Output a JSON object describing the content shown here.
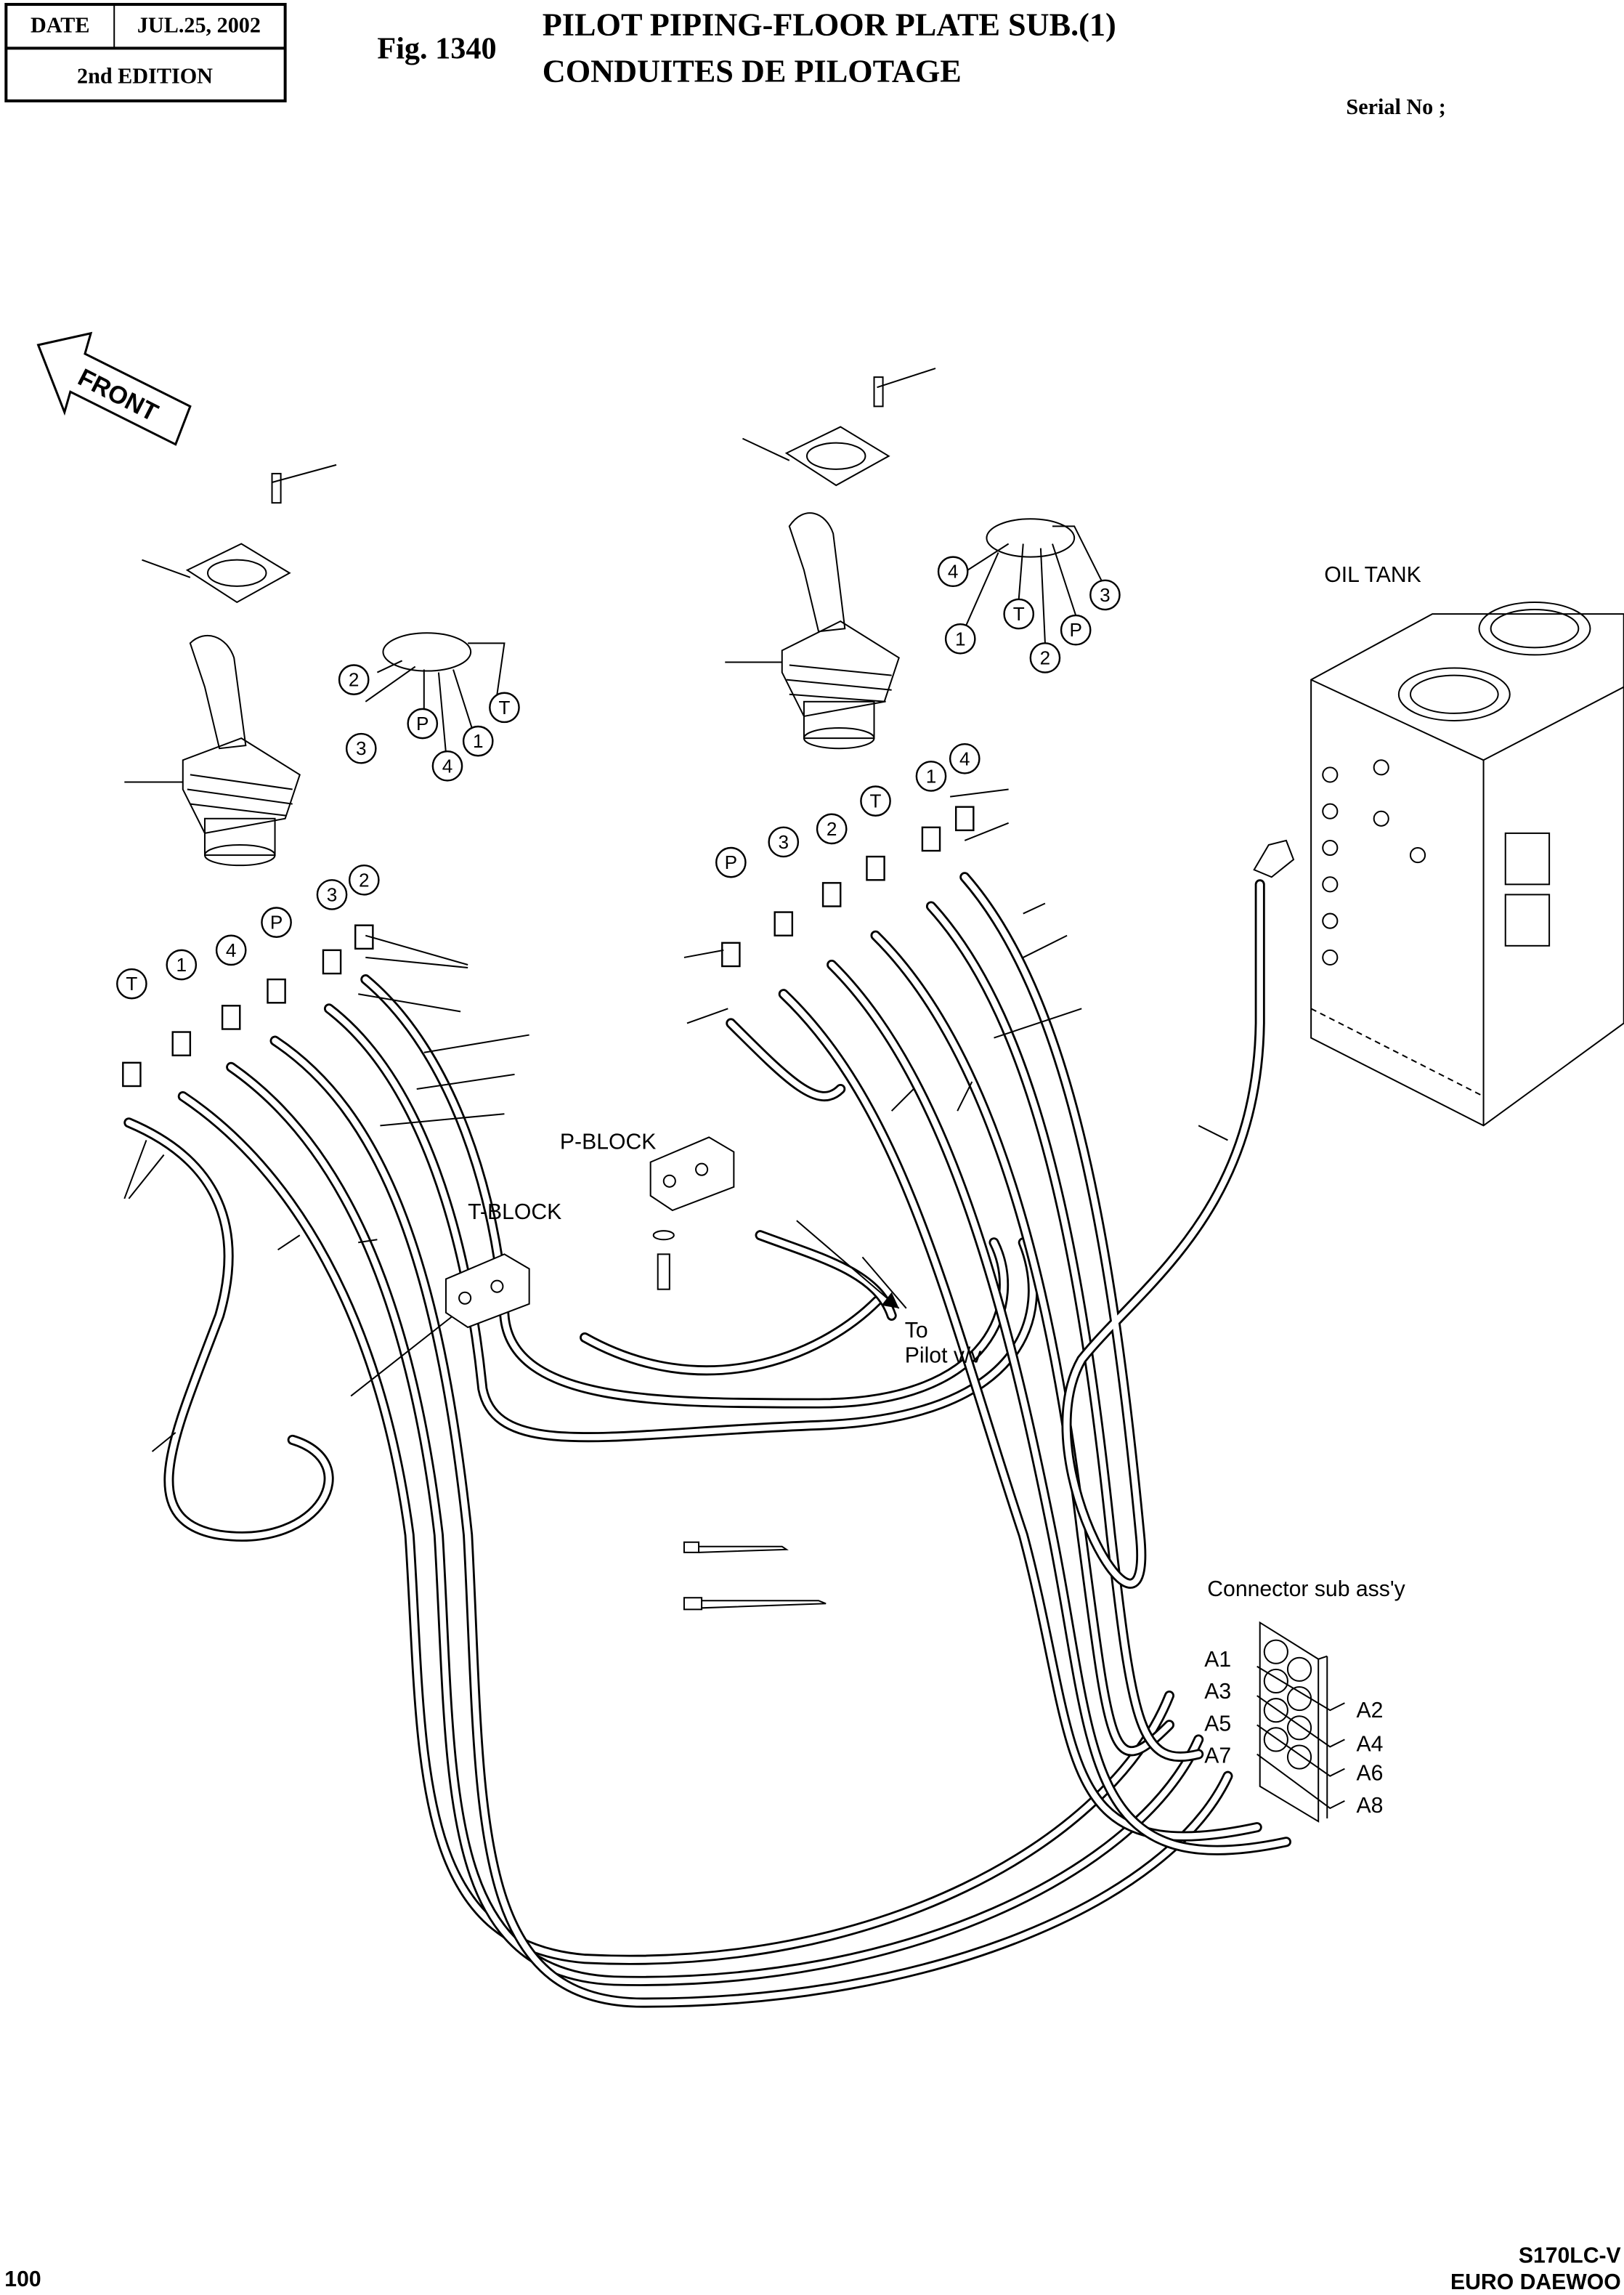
{
  "header": {
    "date_label": "DATE",
    "date_value": "JUL.25, 2002",
    "edition": "2nd  EDITION",
    "fig_number": "Fig. 1340",
    "title_en": "PILOT PIPING-FLOOR PLATE SUB.(1)",
    "title_fr": "CONDUITES DE PILOTAGE",
    "serial_label": "Serial No ;"
  },
  "diagram": {
    "front_arrow": "FRONT",
    "oil_tank": "OIL TANK",
    "p_block": "P-BLOCK",
    "t_block": "T-BLOCK",
    "to_pilot_line1": "To",
    "to_pilot_line2": "Pilot v/v",
    "connector_title": "Connector sub ass'y",
    "connector_ports": [
      "A1",
      "A2",
      "A3",
      "A4",
      "A5",
      "A6",
      "A7",
      "A8"
    ],
    "left_joystick_ports": [
      "2",
      "3",
      "P",
      "4",
      "1",
      "T"
    ],
    "right_joystick_ports": [
      "4",
      "1",
      "T",
      "2",
      "P",
      "3"
    ],
    "left_fitting_ports": [
      "T",
      "1",
      "4",
      "P",
      "3",
      "2"
    ],
    "right_fitting_ports": [
      "P",
      "3",
      "2",
      "T",
      "1",
      "4"
    ]
  },
  "footer": {
    "page": "100",
    "model": "S170LC-V",
    "brand": "EURO DAEWOO"
  }
}
